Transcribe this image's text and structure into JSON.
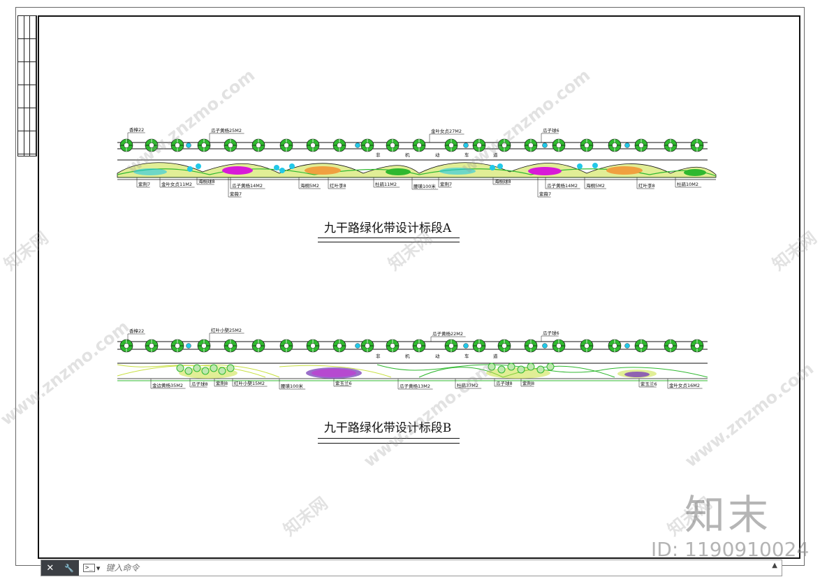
{
  "drawing": {
    "section_a": {
      "title": "九干路绿化带设计标段A",
      "road_chars": [
        "非",
        "机",
        "动",
        "车",
        "道"
      ],
      "top_labels": [
        "香樟22",
        "瓜子黄杨25M2",
        "金叶女贞27M2",
        "瓜子球6"
      ],
      "bottom_labels": [
        "紫荆7",
        "金叶女贞11M2",
        "海桐球8",
        "瓜子黄杨14M2",
        "紫薇7",
        "海桐5M2",
        "红叶李8",
        "杜鹃11M2",
        "腰璜100米",
        "紫荆7",
        "海桐球8",
        "紫薇7",
        "瓜子黄杨14M2",
        "海桐5M2",
        "红叶李8",
        "杜鹃10M2"
      ]
    },
    "section_b": {
      "title": "九干路绿化带设计标段B",
      "road_chars": [
        "非",
        "机",
        "动",
        "车",
        "道"
      ],
      "top_labels": [
        "香樟22",
        "红叶小檗25M2",
        "瓜子黄杨22M2",
        "瓜子球6"
      ],
      "bottom_labels": [
        "金边黄杨35M2",
        "瓜子球8",
        "紫荆8",
        "红叶小檗15M2",
        "腰璜100米",
        "紫玉兰6",
        "瓜子黄杨13M2",
        "杜鹃37M2",
        "瓜子球8",
        "紫荆8",
        "紫玉兰6",
        "金叶女贞16M2"
      ]
    }
  },
  "watermarks": {
    "site": "www.znzmo.com",
    "brand": "知末网",
    "logo": "知末",
    "id": "ID: 1190910024"
  },
  "command_line": {
    "tool_close": "✕",
    "tool_wrench": "🔧",
    "prompt_icon": ">_",
    "placeholder": "键入命令",
    "arrow": "▲"
  },
  "colors": {
    "tree_green": "#2fb82f",
    "shrub_cyan": "#22c8e8",
    "magenta": "#d81ad8",
    "orange": "#f0a040",
    "yellow_green": "#c8e040",
    "purple": "#7a3fb8",
    "line_black": "#111111"
  }
}
